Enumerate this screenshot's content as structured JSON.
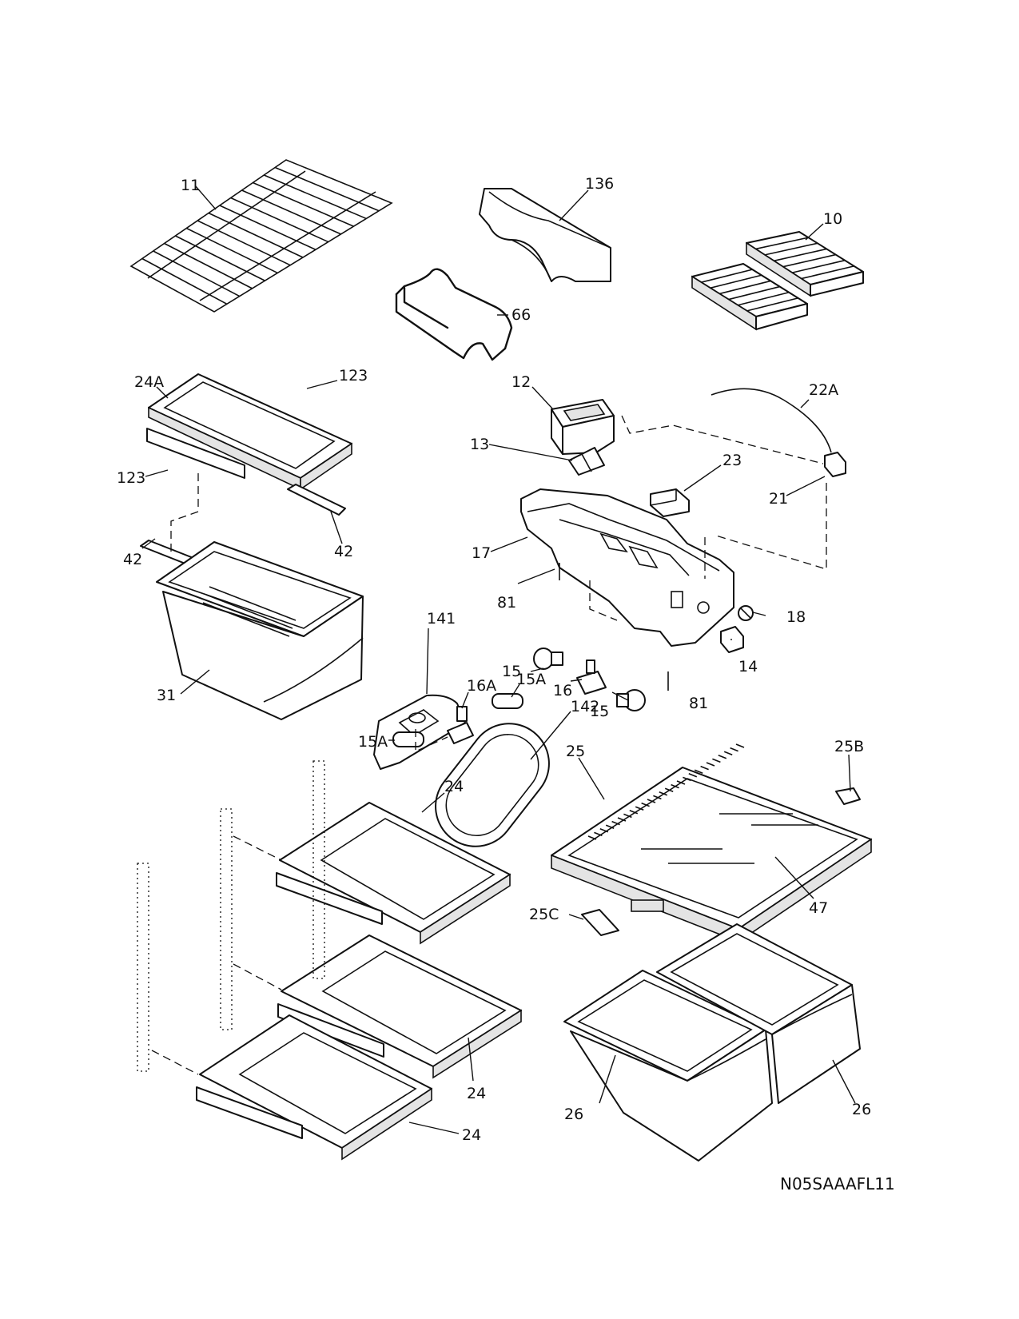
{
  "diagram": {
    "callouts": [
      {
        "id": "11",
        "text": "11"
      },
      {
        "id": "136",
        "text": "136"
      },
      {
        "id": "10",
        "text": "10"
      },
      {
        "id": "66",
        "text": "66"
      },
      {
        "id": "24A",
        "text": "24A"
      },
      {
        "id": "123a",
        "text": "123"
      },
      {
        "id": "123b",
        "text": "123"
      },
      {
        "id": "12",
        "text": "12"
      },
      {
        "id": "22A",
        "text": "22A"
      },
      {
        "id": "13",
        "text": "13"
      },
      {
        "id": "23",
        "text": "23"
      },
      {
        "id": "21",
        "text": "21"
      },
      {
        "id": "42a",
        "text": "42"
      },
      {
        "id": "42b",
        "text": "42"
      },
      {
        "id": "17",
        "text": "17"
      },
      {
        "id": "81a",
        "text": "81"
      },
      {
        "id": "81b",
        "text": "81"
      },
      {
        "id": "18",
        "text": "18"
      },
      {
        "id": "141",
        "text": "141"
      },
      {
        "id": "31",
        "text": "31"
      },
      {
        "id": "15a",
        "text": "15"
      },
      {
        "id": "16",
        "text": "16"
      },
      {
        "id": "15b",
        "text": "15"
      },
      {
        "id": "14",
        "text": "14"
      },
      {
        "id": "16A",
        "text": "16A"
      },
      {
        "id": "15Aa",
        "text": "15A"
      },
      {
        "id": "142",
        "text": "142"
      },
      {
        "id": "15Ab",
        "text": "15A"
      },
      {
        "id": "25B",
        "text": "25B"
      },
      {
        "id": "25",
        "text": "25"
      },
      {
        "id": "24a",
        "text": "24"
      },
      {
        "id": "47",
        "text": "47"
      },
      {
        "id": "25C",
        "text": "25C"
      },
      {
        "id": "24b",
        "text": "24"
      },
      {
        "id": "26a",
        "text": "26"
      },
      {
        "id": "26b",
        "text": "26"
      },
      {
        "id": "24c",
        "text": "24"
      }
    ],
    "drawing_code": "N05SAAAFL11"
  }
}
